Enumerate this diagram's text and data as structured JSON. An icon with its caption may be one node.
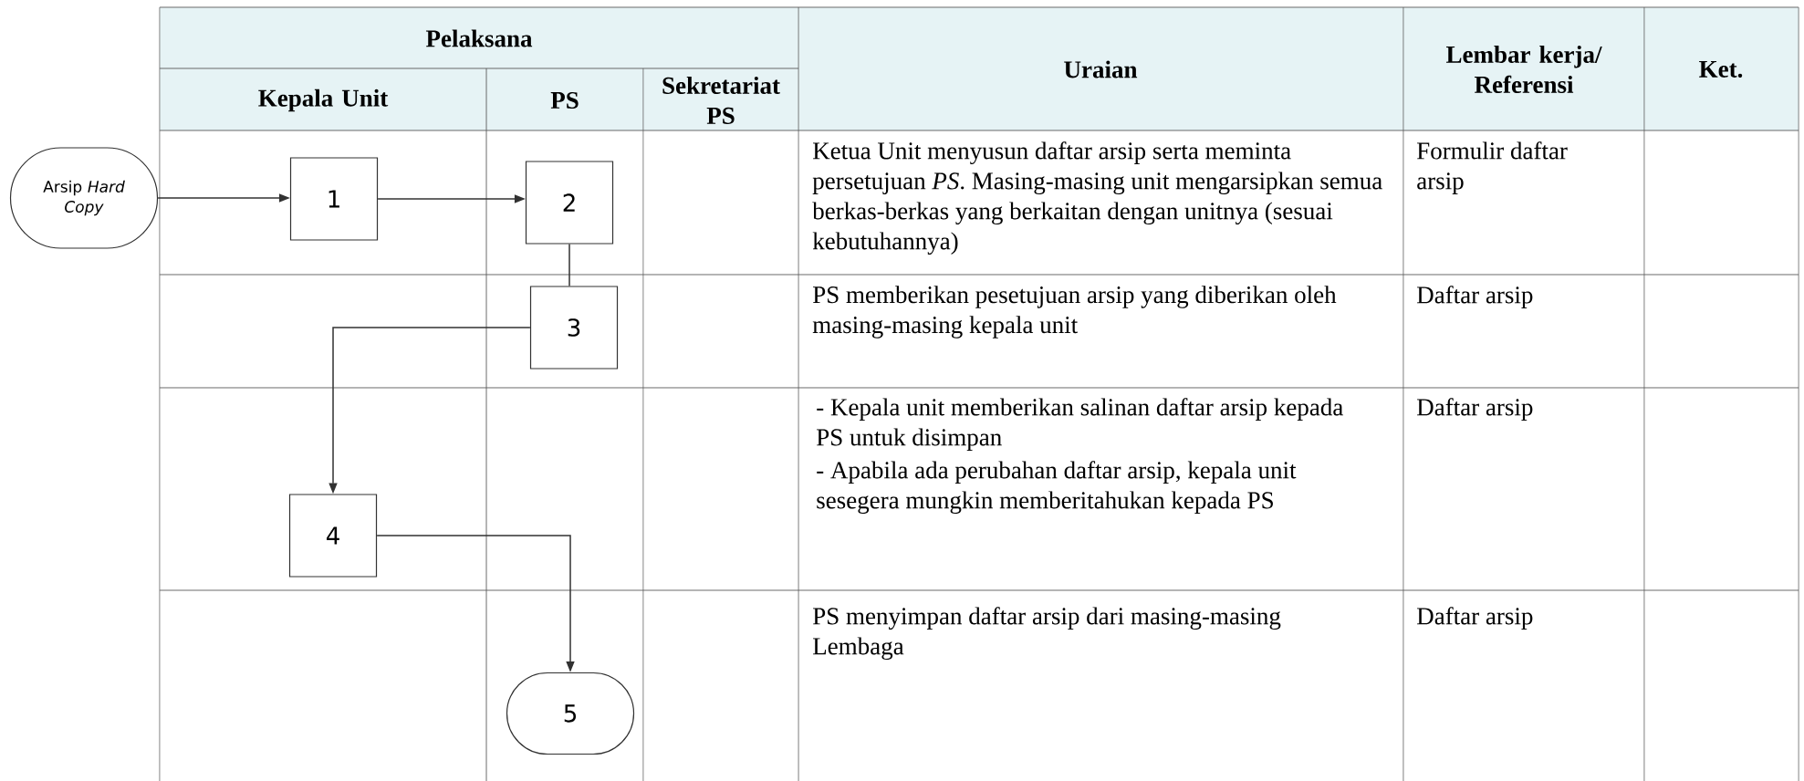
{
  "diagram": {
    "nodes": [
      {
        "text": [
          "Arsip *Hard Copy*"
        ]
      },
      {
        "text": [
          "1"
        ]
      },
      {
        "text": [
          "2"
        ]
      },
      {
        "text": [
          "3"
        ]
      },
      {
        "text": [
          "4"
        ]
      },
      {
        "text": [
          "5"
        ]
      }
    ],
    "edges": [
      {
        "from": 0,
        "to": 1,
        "arrow": "to"
      },
      {
        "from": 1,
        "to": 2,
        "arrow": "to"
      },
      {
        "from": 2,
        "to": 3,
        "arrow": "none"
      },
      {
        "from": 3,
        "to": 4,
        "arrow": "to"
      },
      {
        "from": 4,
        "to": 5,
        "arrow": "to"
      }
    ],
    "labels": [
      "Pelaksana",
      "Kepala Unit",
      "PS",
      "Sekretariat PS",
      "Uraian",
      "Lembar kerja/ Referensi",
      "Ket.",
      "Ketua Unit menyusun daftar arsip serta meminta persetujuan *PS*. Masing-masing unit mengarsipkan semua berkas-berkas yang berkaitan dengan unitnya (sesuai kebutuhannya)",
      "Formulir daftar arsip",
      "PS memberikan pesetujuan arsip yang diberikan oleh masing-masing kepala unit",
      "Daftar arsip",
      "- Kepala unit memberikan salinan daftar arsip kepada PS untuk disimpan",
      "- Apabila ada perubahan daftar arsip, kepala unit sesegera mungkin memberitahukan kepada PS",
      "Daftar arsip",
      "PS menyimpan daftar arsip dari masing-masing Lembaga",
      "Daftar arsip"
    ]
  }
}
